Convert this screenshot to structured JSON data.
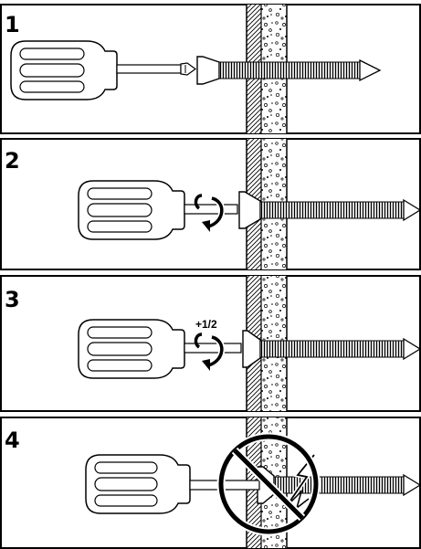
{
  "diagram": {
    "steps": [
      {
        "number": "1",
        "turn_label": "",
        "shows_rotation": false,
        "prohibited": false
      },
      {
        "number": "2",
        "turn_label": "",
        "shows_rotation": true,
        "prohibited": false
      },
      {
        "number": "3",
        "turn_label": "+1/2",
        "shows_rotation": true,
        "prohibited": false
      },
      {
        "number": "4",
        "turn_label": "",
        "shows_rotation": false,
        "prohibited": true
      }
    ],
    "icons": {
      "tool": "screwdriver-icon",
      "fastener": "screw-icon",
      "rotation": "rotation-arrow-icon",
      "prohibited": "prohibited-icon",
      "crack": "crack-icon"
    },
    "colors": {
      "ink": "#000000",
      "paper": "#ffffff"
    }
  }
}
